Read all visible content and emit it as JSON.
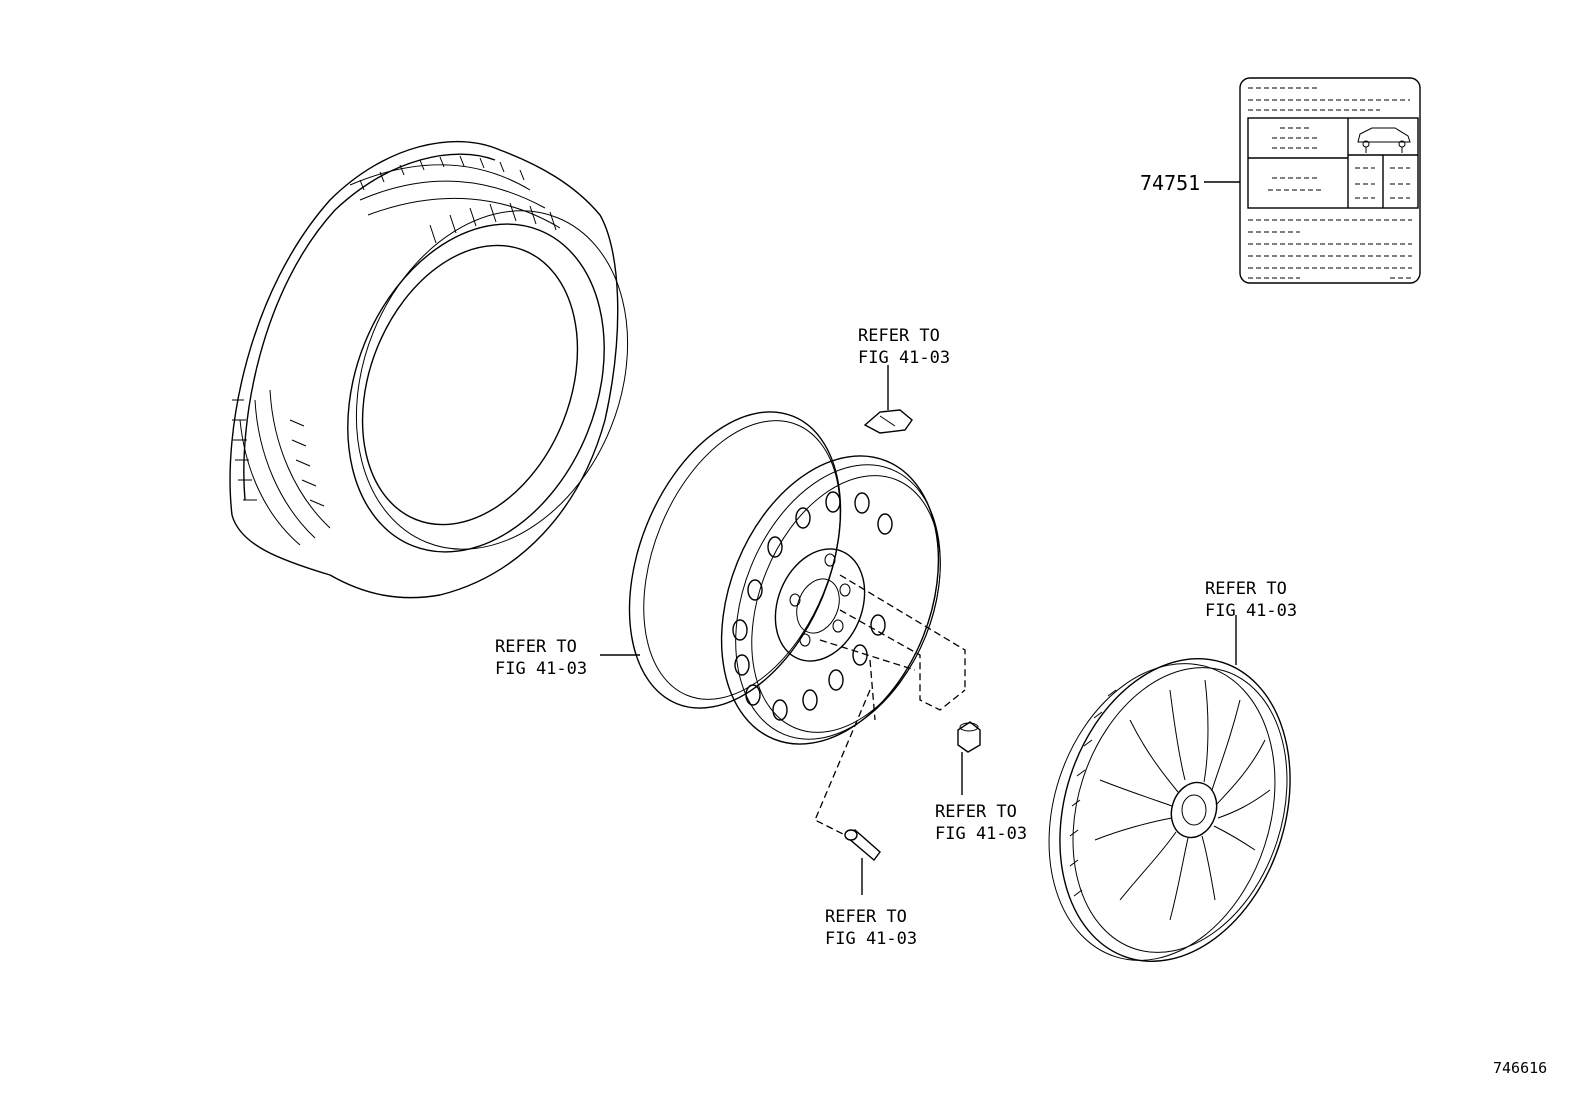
{
  "callouts": {
    "sensor": {
      "line1": "REFER TO",
      "line2": "FIG 41-03"
    },
    "wheel": {
      "line1": "REFER TO",
      "line2": "FIG 41-03"
    },
    "nut": {
      "line1": "REFER TO",
      "line2": "FIG 41-03"
    },
    "valve": {
      "line1": "REFER TO",
      "line2": "FIG 41-03"
    },
    "hubcap": {
      "line1": "REFER TO",
      "line2": "FIG 41-03"
    }
  },
  "label_part": {
    "number": "74751"
  },
  "figure_id": "746616",
  "colors": {
    "line": "#000000",
    "background": "#ffffff"
  }
}
